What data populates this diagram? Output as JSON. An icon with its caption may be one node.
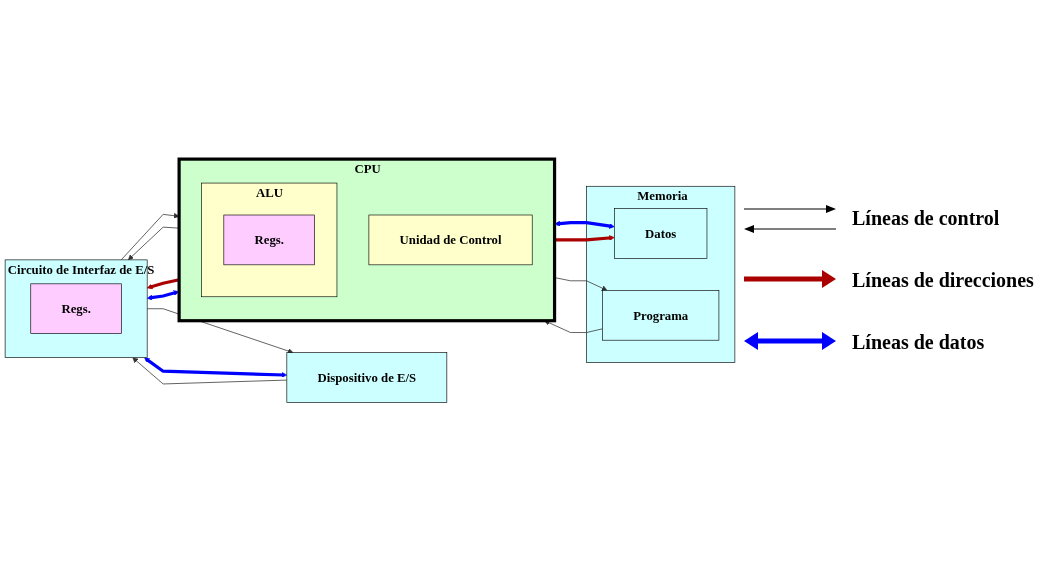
{
  "diagram": {
    "nodes": [
      {
        "text": [
          "CPU"
        ]
      },
      {
        "text": [
          "Unidad de Control"
        ],
        "in": 0
      },
      {
        "text": [
          "ALU"
        ],
        "in": 0
      },
      {
        "text": [
          "Regs."
        ],
        "in": 2
      },
      {
        "text": [
          "Circuito de Interfaz de E/S"
        ]
      },
      {
        "text": [
          "Regs."
        ],
        "in": 4
      },
      {
        "text": [
          "Dispositivo de E/S"
        ]
      },
      {
        "text": [
          "Memoria"
        ]
      },
      {
        "text": [
          "Datos"
        ],
        "in": 7
      },
      {
        "text": [
          "Programa"
        ],
        "in": 7
      }
    ],
    "edges": [
      {
        "from": 0,
        "to": 4,
        "arrow": "to"
      },
      {
        "from": 4,
        "to": 0,
        "arrow": "to"
      },
      {
        "from": 0,
        "to": 4,
        "arrow": "to",
        "style": "thick",
        "color": "#aa0000"
      },
      {
        "from": 0,
        "to": 4,
        "arrow": "both",
        "style": "thick",
        "color": "#0000ff"
      },
      {
        "from": 4,
        "to": 6,
        "arrow": "to"
      },
      {
        "from": 6,
        "to": 4,
        "arrow": "to"
      },
      {
        "from": 4,
        "to": 6,
        "arrow": "both",
        "style": "thick",
        "color": "#0000ff"
      },
      {
        "from": 0,
        "to": 8,
        "arrow": "both",
        "style": "thick",
        "color": "#0000ff"
      },
      {
        "from": 0,
        "to": 8,
        "arrow": "to",
        "style": "thick",
        "color": "#aa0000"
      },
      {
        "from": 0,
        "to": 9,
        "arrow": "to"
      },
      {
        "from": 9,
        "to": 0,
        "arrow": "to"
      }
    ],
    "legend": [
      {
        "text": "Líneas de control"
      },
      {
        "text": "Líneas de direcciones"
      },
      {
        "text": "Líneas de datos"
      }
    ]
  }
}
